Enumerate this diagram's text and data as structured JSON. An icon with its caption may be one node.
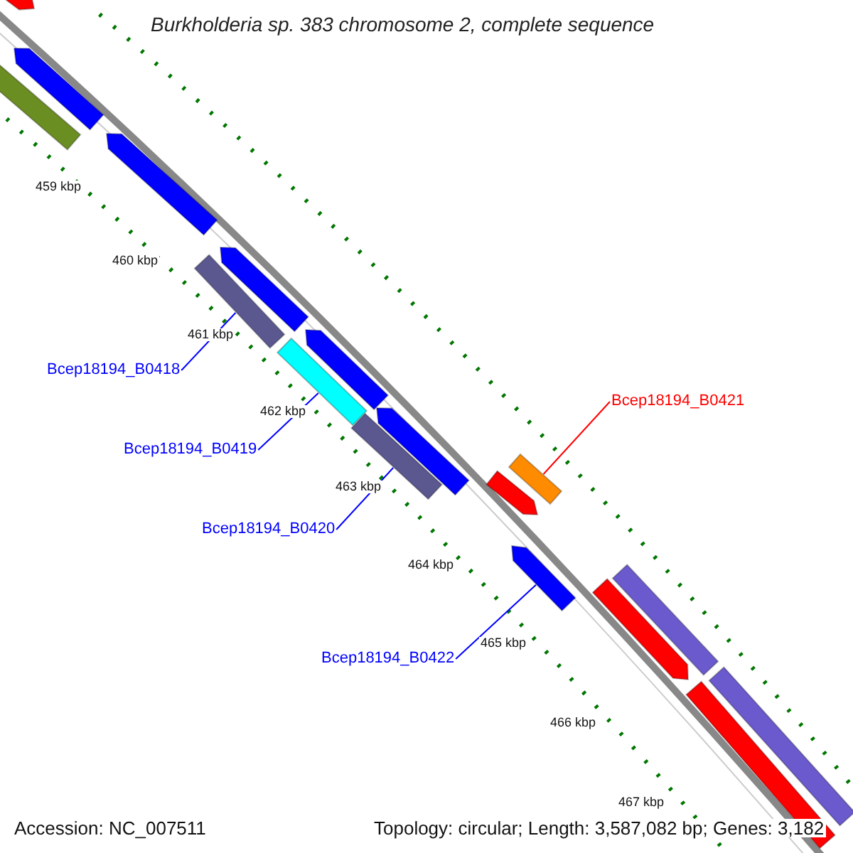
{
  "diagram": {
    "title": "Burkholderia sp. 383 chromosome 2, complete sequence",
    "nodes": [
      {
        "text": [
          "Bcep18194_B0418"
        ]
      },
      {
        "text": [],
        "shape": "bar"
      },
      {
        "text": [
          "Bcep18194_B0419"
        ]
      },
      {
        "text": [],
        "shape": "bar"
      },
      {
        "text": [
          "Bcep18194_B0420"
        ]
      },
      {
        "text": [],
        "shape": "bar"
      },
      {
        "text": [
          "Bcep18194_B0421"
        ]
      },
      {
        "text": [],
        "shape": "bar"
      },
      {
        "text": [
          "Bcep18194_B0422"
        ]
      },
      {
        "text": [],
        "shape": "bar"
      },
      {
        "text": [],
        "shape": "bar"
      },
      {
        "text": [],
        "shape": "bar"
      },
      {
        "text": [],
        "shape": "bar"
      },
      {
        "text": [],
        "shape": "bar"
      },
      {
        "text": [],
        "shape": "bar"
      },
      {
        "text": [],
        "shape": "bar"
      },
      {
        "text": [],
        "shape": "bar"
      },
      {
        "text": [],
        "shape": "bar"
      },
      {
        "text": [],
        "shape": "bar"
      },
      {
        "text": [],
        "shape": "bar"
      },
      {
        "text": [],
        "shape": "bar"
      },
      {
        "text": [],
        "shape": "bar"
      }
    ],
    "edges": [
      {
        "from": 0,
        "to": 1,
        "arrow": "none"
      },
      {
        "from": 2,
        "to": 3,
        "arrow": "none"
      },
      {
        "from": 4,
        "to": 5,
        "arrow": "none"
      },
      {
        "from": 6,
        "to": 7,
        "arrow": "none",
        "color": "#ff0000"
      },
      {
        "from": 8,
        "to": 9,
        "arrow": "none"
      }
    ],
    "labels": [
      "459 kbp",
      "460 kbp",
      "461 kbp",
      "462 kbp",
      "463 kbp",
      "464 kbp",
      "465 kbp",
      "466 kbp",
      "467 kbp",
      "Accession: NC_007511",
      "Topology: circular; Length: 3,587,082 bp; Genes: 3,182"
    ]
  }
}
